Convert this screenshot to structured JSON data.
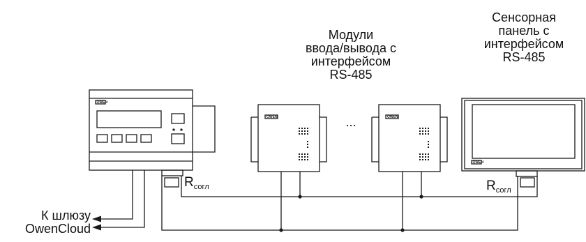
{
  "labels": {
    "io_modules": [
      "Модули",
      "ввода/вывода с",
      "интерфейсом",
      "RS-485"
    ],
    "touch_panel": [
      "Сенсорная",
      "панель с",
      "интерфейсом",
      "RS-485"
    ],
    "gateway": [
      "К шлюзу",
      "OwenCloud"
    ],
    "ellipsis": "...",
    "resistor_main": "R",
    "resistor_sub": "согл"
  },
  "logo": "OWEN",
  "colors": {
    "line": "#1a1a1a",
    "background": "#ffffff"
  }
}
